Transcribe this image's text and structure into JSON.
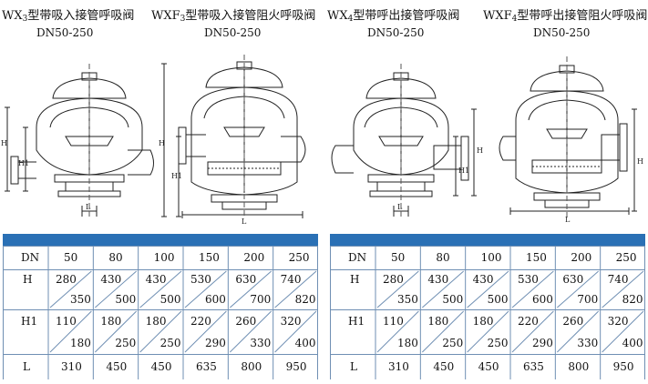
{
  "titles": [
    {
      "pre": "WX",
      "sub": "3",
      "post": "型带吸入接管呼吸阀",
      "dn": "DN50-250"
    },
    {
      "pre": "WXF",
      "sub": "3",
      "post": "型带吸入接管阻火呼吸阀",
      "dn": "DN50-250"
    },
    {
      "pre": "WX",
      "sub": "4",
      "post": "型带呼出接管呼吸阀",
      "dn": "DN50-250"
    },
    {
      "pre": "WXF",
      "sub": "4",
      "post": "型带呼出接管阻火呼吸阀",
      "dn": "DN50-250"
    }
  ],
  "dimension_labels": {
    "H": "H",
    "H1": "H1",
    "L": "L"
  },
  "tables": [
    {
      "header": "DN",
      "dn": [
        "50",
        "80",
        "100",
        "150",
        "200",
        "250"
      ],
      "rows": [
        {
          "label": "H",
          "top": [
            "280",
            "430",
            "430",
            "530",
            "630",
            "740"
          ],
          "bottom": [
            "350",
            "500",
            "500",
            "600",
            "700",
            "820"
          ]
        },
        {
          "label": "H1",
          "top": [
            "110",
            "180",
            "180",
            "220",
            "260",
            "320"
          ],
          "bottom": [
            "180",
            "250",
            "250",
            "290",
            "330",
            "400"
          ]
        }
      ],
      "L": {
        "label": "L",
        "values": [
          "310",
          "450",
          "450",
          "635",
          "800",
          "950"
        ]
      }
    },
    {
      "header": "DN",
      "dn": [
        "50",
        "80",
        "100",
        "150",
        "200",
        "250"
      ],
      "rows": [
        {
          "label": "H",
          "top": [
            "280",
            "430",
            "430",
            "530",
            "630",
            "740"
          ],
          "bottom": [
            "350",
            "500",
            "500",
            "600",
            "700",
            "820"
          ]
        },
        {
          "label": "H1",
          "top": [
            "110",
            "180",
            "180",
            "220",
            "260",
            "320"
          ],
          "bottom": [
            "180",
            "250",
            "250",
            "290",
            "330",
            "400"
          ]
        }
      ],
      "L": {
        "label": "L",
        "values": [
          "310",
          "450",
          "450",
          "635",
          "800",
          "950"
        ]
      }
    }
  ],
  "colors": {
    "band": "#2a70b5",
    "line": "#222222",
    "grid": "#6f8fb3"
  }
}
